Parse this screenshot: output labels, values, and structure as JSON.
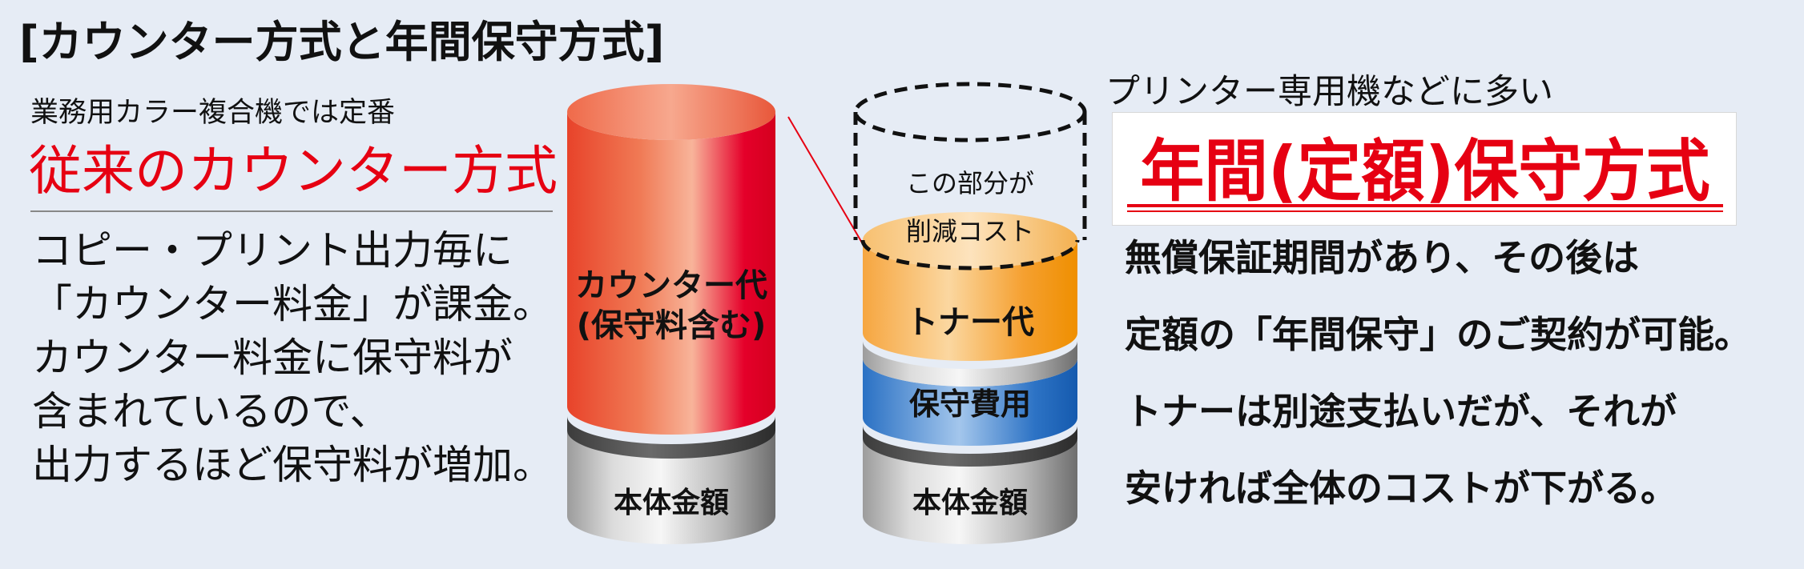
{
  "title": "[カウンター方式と年間保守方式]",
  "left": {
    "subtitle": "業務用カラー複合機では定番",
    "heading": "従来のカウンター方式",
    "body": [
      "コピー・プリント出力毎に",
      "「カウンター料金」が課金。",
      "カウンター料金に保守料が",
      "含まれているので、",
      "出力するほど保守料が増加。"
    ]
  },
  "cylinder_counter": {
    "top_segment_label": [
      "カウンター代",
      "(保守料含む)"
    ],
    "base_label": "本体金額"
  },
  "cylinder_annual": {
    "dashed_label": [
      "この部分が",
      "削減コスト"
    ],
    "toner_label": "トナー代",
    "maintenance_label": "保守費用",
    "base_label": "本体金額"
  },
  "right": {
    "subtitle": "プリンター専用機などに多い",
    "heading": "年間(定額)保守方式",
    "body": [
      "無償保証期間があり、その後は",
      "定額の「年間保守」のご契約が可能。",
      "トナーは別途支払いだが、それが",
      "安ければ全体のコストが下がる。"
    ]
  },
  "colors": {
    "accent_red": "#e60012",
    "toner_orange": "#f39800",
    "maintenance_blue": "#1d6cc0",
    "base_gray": "#9a9a9a"
  }
}
